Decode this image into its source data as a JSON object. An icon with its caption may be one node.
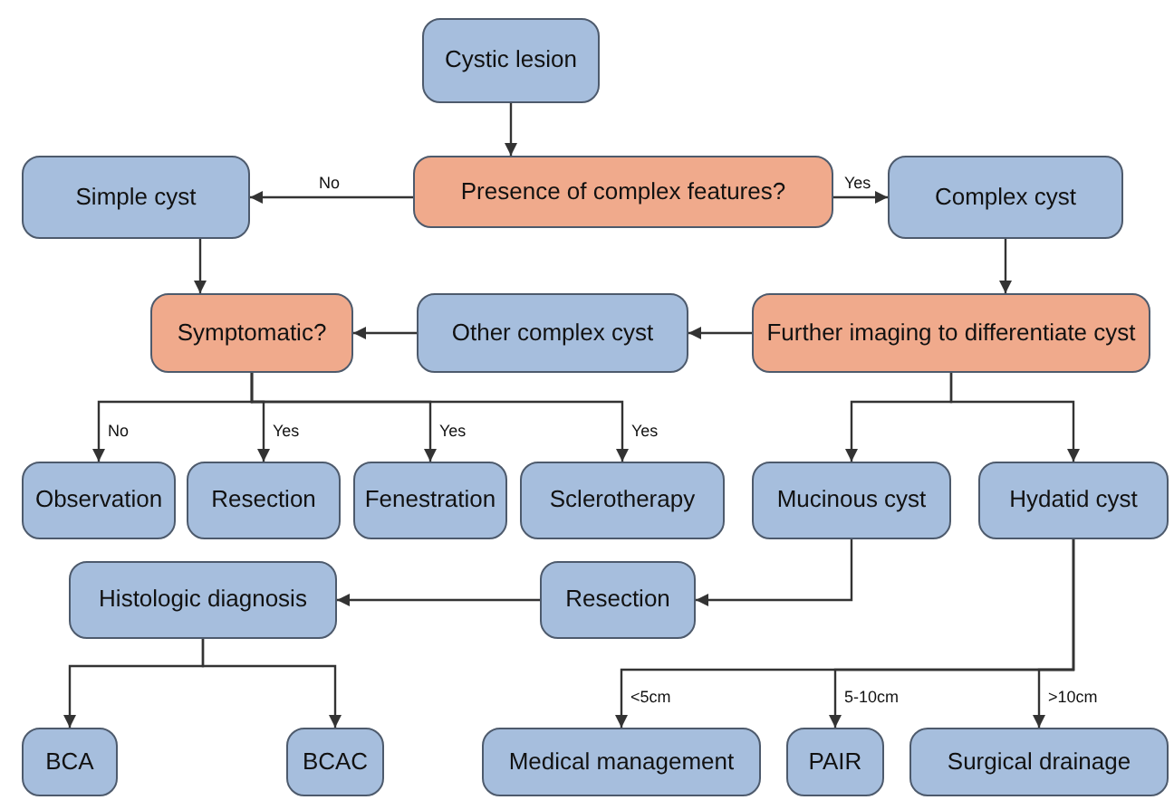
{
  "diagram": {
    "nodes": [
      {
        "text": [
          "Cystic lesion"
        ]
      },
      {
        "text": [
          "Presence of complex features?"
        ]
      },
      {
        "text": [
          "Simple cyst"
        ]
      },
      {
        "text": [
          "Complex cyst"
        ]
      },
      {
        "text": [
          "Symptomatic?"
        ]
      },
      {
        "text": [
          "Other complex cyst"
        ]
      },
      {
        "text": [
          "Further imaging to differentiate cyst"
        ]
      },
      {
        "text": [
          "Observation"
        ]
      },
      {
        "text": [
          "Resection"
        ]
      },
      {
        "text": [
          "Fenestration"
        ]
      },
      {
        "text": [
          "Sclerotherapy"
        ]
      },
      {
        "text": [
          "Mucinous cyst"
        ]
      },
      {
        "text": [
          "Hydatid cyst"
        ]
      },
      {
        "text": [
          "Histologic diagnosis"
        ]
      },
      {
        "text": [
          "Resection"
        ]
      },
      {
        "text": [
          "BCA"
        ]
      },
      {
        "text": [
          "BCAC"
        ]
      },
      {
        "text": [
          "Medical management"
        ]
      },
      {
        "text": [
          "PAIR"
        ]
      },
      {
        "text": [
          "Surgical drainage"
        ]
      }
    ],
    "edges": [
      {
        "from": 0,
        "to": 1,
        "arrow": "to"
      },
      {
        "from": 1,
        "to": 2,
        "arrow": "to",
        "label": "No"
      },
      {
        "from": 1,
        "to": 3,
        "arrow": "to",
        "label": "Yes"
      },
      {
        "from": 2,
        "to": 4,
        "arrow": "to"
      },
      {
        "from": 3,
        "to": 6,
        "arrow": "to"
      },
      {
        "from": 6,
        "to": 5,
        "arrow": "to"
      },
      {
        "from": 5,
        "to": 4,
        "arrow": "to"
      },
      {
        "from": 4,
        "to": 7,
        "arrow": "to",
        "label": "No"
      },
      {
        "from": 4,
        "to": 8,
        "arrow": "to",
        "label": "Yes"
      },
      {
        "from": 4,
        "to": 9,
        "arrow": "to",
        "label": "Yes"
      },
      {
        "from": 4,
        "to": 10,
        "arrow": "to",
        "label": "Yes"
      },
      {
        "from": 6,
        "to": 11,
        "arrow": "to"
      },
      {
        "from": 6,
        "to": 12,
        "arrow": "to"
      },
      {
        "from": 11,
        "to": 14,
        "arrow": "to"
      },
      {
        "from": 14,
        "to": 13,
        "arrow": "to"
      },
      {
        "from": 13,
        "to": 15,
        "arrow": "to"
      },
      {
        "from": 13,
        "to": 16,
        "arrow": "to"
      },
      {
        "from": 12,
        "to": 17,
        "arrow": "to",
        "label": "<5cm"
      },
      {
        "from": 12,
        "to": 18,
        "arrow": "to",
        "label": "5-10cm"
      },
      {
        "from": 12,
        "to": 19,
        "arrow": "to",
        "label": ">10cm"
      }
    ]
  }
}
